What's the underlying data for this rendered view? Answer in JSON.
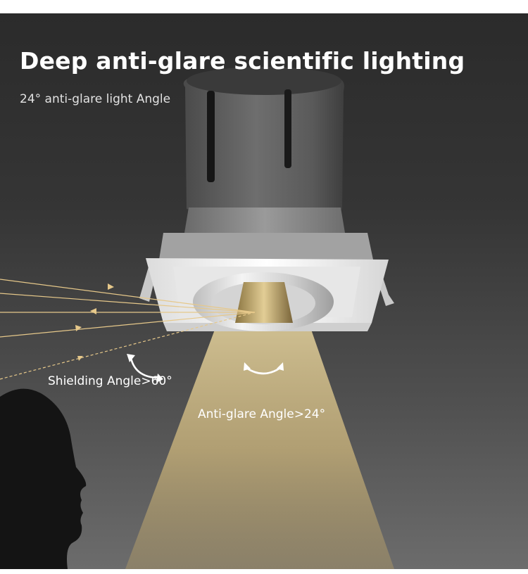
{
  "headline": "Deep anti-glare scientific lighting",
  "subtitle": "24° anti-glare light Angle",
  "labels": {
    "shielding_angle": "Shielding Angle>60°",
    "anti_glare_angle": "Anti-glare Angle>24°"
  },
  "colors": {
    "background_top": "#2b2b2b",
    "background_bottom": "#6c6c6c",
    "light_beam": "#d9c58e",
    "ray_lines": "#e6c88a",
    "heading_text": "#ffffff"
  }
}
